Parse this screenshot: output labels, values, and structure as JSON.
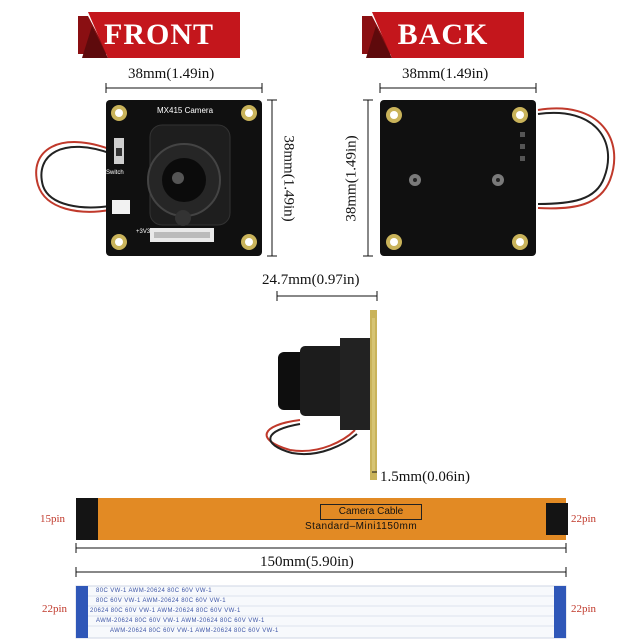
{
  "banners": {
    "front": "FRONT",
    "back": "BACK"
  },
  "board": {
    "label": "MX415 Camera",
    "switch_label": "Switch",
    "pin_label_3v3": "+3V3"
  },
  "dimensions": {
    "front_width": "38mm(1.49in)",
    "front_height": "38mm(1.49in)",
    "back_width": "38mm(1.49in)",
    "back_height": "38mm(1.49in)",
    "lens_depth": "24.7mm(0.97in)",
    "board_thickness": "1.5mm(0.06in)",
    "cable_length": "150mm(5.90in)"
  },
  "cable": {
    "title": "Camera Cable",
    "subtitle": "Standard–Mini1150mm",
    "left_pins": "15pin",
    "right_pins": "22pin"
  },
  "ffc": {
    "left_pins": "22pin",
    "right_pins": "22pin",
    "print_lines": [
      "80C  VW-1              AWM-20624  80C  60V  VW-1",
      "80C  60V  VW-1              AWM-20624  80C  60V  VW-1",
      "20624  80C  60V  VW-1              AWM-20624  80C  60V  VW-1",
      "AWM-20624  80C  60V  VW-1              AWM-20624  80C  60V  VW-1",
      "AWM-20624  80C  60V  VW-1              AWM-20624  80C  60V  VW-1"
    ]
  },
  "colors": {
    "banner_red": "#c4161c",
    "banner_dark": "#8a0f12",
    "cable_orange": "#e28a24",
    "pin_red": "#c0392b",
    "ffc_blue": "#3d55a6"
  }
}
